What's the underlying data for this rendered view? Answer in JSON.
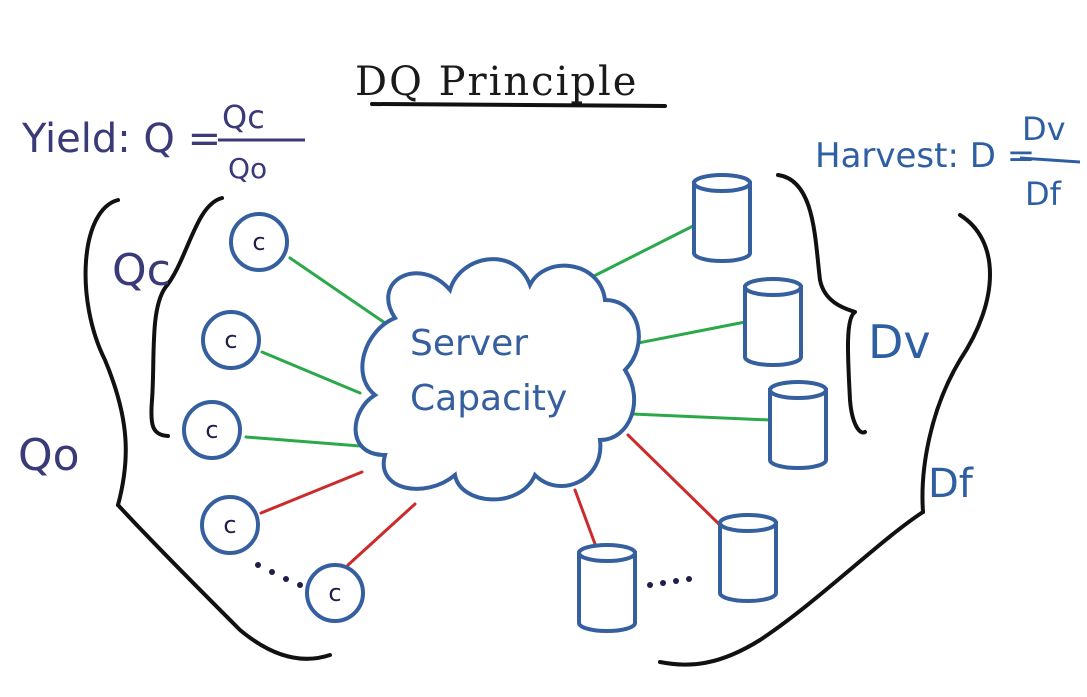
{
  "title": "DQ Principle",
  "yield_formula": {
    "prefix": "Yield: Q =",
    "numerator": "Qc",
    "denominator": "Qo"
  },
  "harvest_formula": {
    "prefix": "Harvest: D =",
    "numerator": "Dv",
    "denominator": "Df"
  },
  "labels": {
    "qc": "Qc",
    "qo": "Qo",
    "dv": "Dv",
    "df": "Df",
    "server_line1": "Server",
    "server_line2": "Capacity"
  },
  "clients": [
    {
      "label": "c",
      "link": "served"
    },
    {
      "label": "c",
      "link": "served"
    },
    {
      "label": "c",
      "link": "served"
    },
    {
      "label": "c",
      "link": "dropped"
    },
    {
      "label": "c",
      "link": "dropped"
    }
  ],
  "databases": [
    {
      "link": "valid"
    },
    {
      "link": "valid"
    },
    {
      "link": "valid"
    },
    {
      "link": "failed"
    },
    {
      "link": "failed"
    }
  ],
  "colors": {
    "served_link": "#2aa84a",
    "dropped_link": "#cc2b2b",
    "node_outline": "#355f9e",
    "purple_ink": "#3b3a78",
    "blue_ink": "#2f5fa3"
  }
}
